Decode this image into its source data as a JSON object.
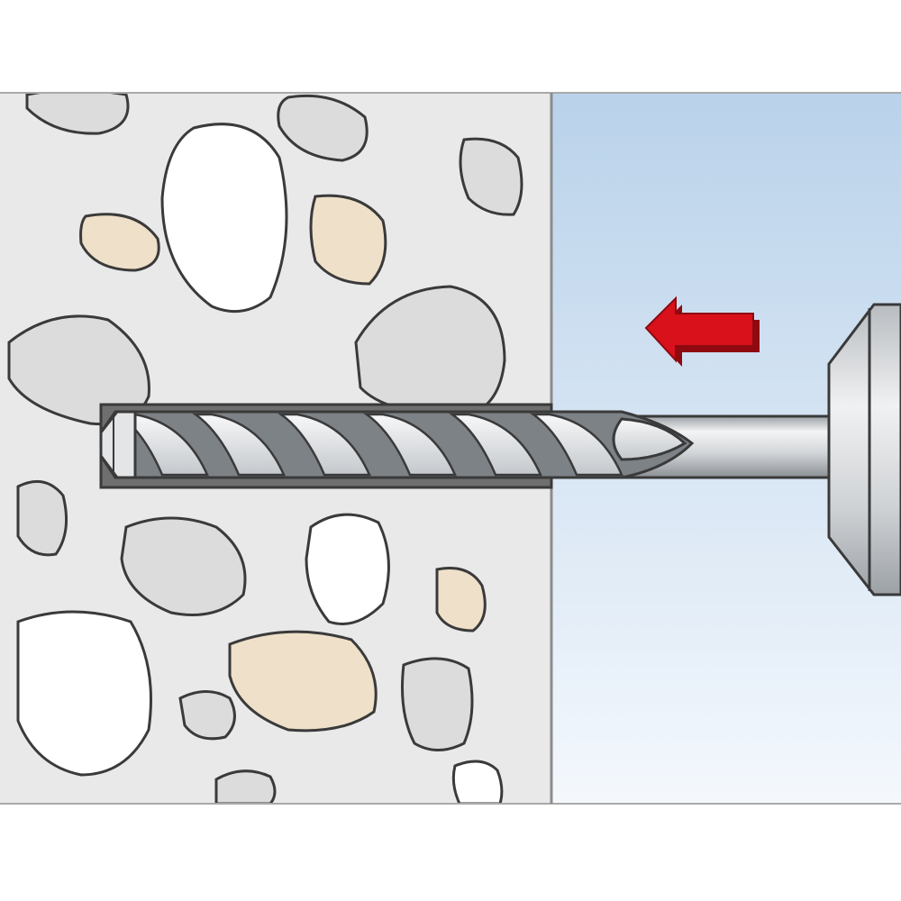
{
  "diagram": {
    "colors": {
      "background": "#ffffff",
      "wall": "#e9e9ea",
      "wall_outline": "#8c8c8c",
      "air_top": "#b9d2ea",
      "air_bottom": "#f4f8fd",
      "stone_grey": "#dcdcdd",
      "stone_white": "#ffffff",
      "stone_beige": "#efe0c9",
      "outline": "#3a3a3a",
      "hole": "#6f6f6f",
      "drill_light": "#eef0f1",
      "drill_mid": "#c9cdd1",
      "drill_dark": "#7d8287",
      "arrow": "#d8111b",
      "arrow_dark": "#8e0a10"
    },
    "arrow_direction": "left",
    "elements": [
      {
        "name": "wall-section",
        "kind": "concrete wall with aggregate"
      },
      {
        "name": "drill-hole",
        "kind": "hole"
      },
      {
        "name": "drill-bit",
        "kind": "twist drill bit"
      },
      {
        "name": "drill-chuck",
        "kind": "chuck"
      },
      {
        "name": "direction-arrow",
        "kind": "arrow"
      }
    ]
  }
}
